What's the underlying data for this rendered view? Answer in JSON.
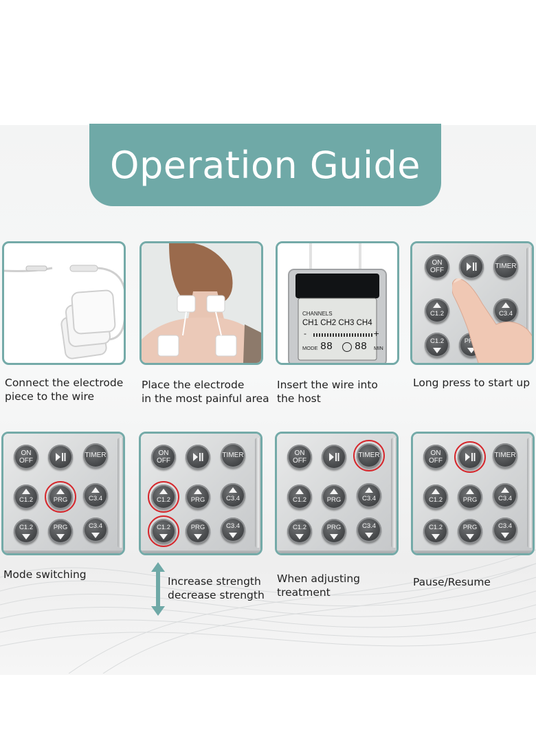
{
  "title": "Operation Guide",
  "colors": {
    "teal": "#6fa9a7",
    "card_border": "#74aaa8",
    "highlight": "#d6262b"
  },
  "steps": [
    {
      "caption": [
        "Connect the electrode",
        "piece to the wire"
      ]
    },
    {
      "caption": [
        "Place the electrode",
        "in the most painful area"
      ]
    },
    {
      "caption": [
        "Insert the wire into",
        "the host"
      ]
    },
    {
      "caption": [
        "Long press to start up"
      ]
    },
    {
      "caption": [
        "Mode switching"
      ]
    },
    {
      "caption": [
        "Increase strength",
        "decrease strength"
      ]
    },
    {
      "caption": [
        "When adjusting",
        "treatment"
      ]
    },
    {
      "caption": [
        "Pause/Resume"
      ]
    }
  ],
  "keypad": {
    "on": "ON",
    "off": "OFF",
    "timer": "TIMER",
    "c12": "C1.2",
    "prg": "PRG",
    "c34": "C3.4"
  },
  "lcd": {
    "channels": "CHANNELS",
    "channel_row": "CH1 CH2 CH3 CH4",
    "mode": "MODE",
    "digits": "88",
    "min": "MIN",
    "minus": "-",
    "plus": "+"
  }
}
